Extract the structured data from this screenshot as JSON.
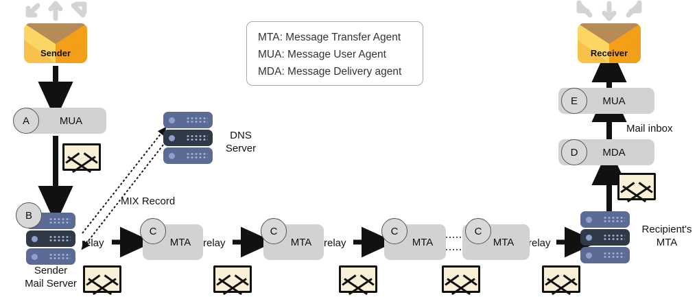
{
  "legend": {
    "lines": [
      "MTA: Message Transfer Agent",
      "MUA: Message User Agent",
      "MDA: Message Delivery agent"
    ]
  },
  "sender": {
    "envelope_label": "Sender",
    "server_label_line1": "Sender",
    "server_label_line2": "Mail Server"
  },
  "receiver": {
    "envelope_label": "Receiver"
  },
  "dns": {
    "label_line1": "DNS",
    "label_line2": "Server",
    "record_label": "MIX Record"
  },
  "recipient_mta": {
    "label_line1": "Recipient's",
    "label_line2": "MTA"
  },
  "agents": {
    "a": {
      "badge": "A",
      "label": "MUA"
    },
    "mta1": {
      "badge": "C",
      "label": "MTA"
    },
    "mta2": {
      "badge": "C",
      "label": "MTA"
    },
    "mta3": {
      "badge": "C",
      "label": "MTA"
    },
    "mta4": {
      "badge": "C",
      "label": "MTA"
    },
    "d": {
      "badge": "D",
      "label": "MDA"
    },
    "e": {
      "badge": "E",
      "label": "MUA"
    },
    "b_badge": "B"
  },
  "relays": {
    "r1": "relay",
    "r2": "relay",
    "r3": "relay",
    "r4": "relay"
  },
  "mail_inbox_label": "Mail inbox",
  "colors": {
    "envelope_light": "#fbd665",
    "envelope_dark": "#f2a01a",
    "envelope_flap": "#b58b57",
    "agent_box": "#d2d2d2",
    "server_light": "#5c6b96",
    "server_dark": "#2f3a46",
    "letter_fill": "#faf0d7",
    "arrow": "#111111",
    "hint_arrow": "#d4d4d4"
  }
}
